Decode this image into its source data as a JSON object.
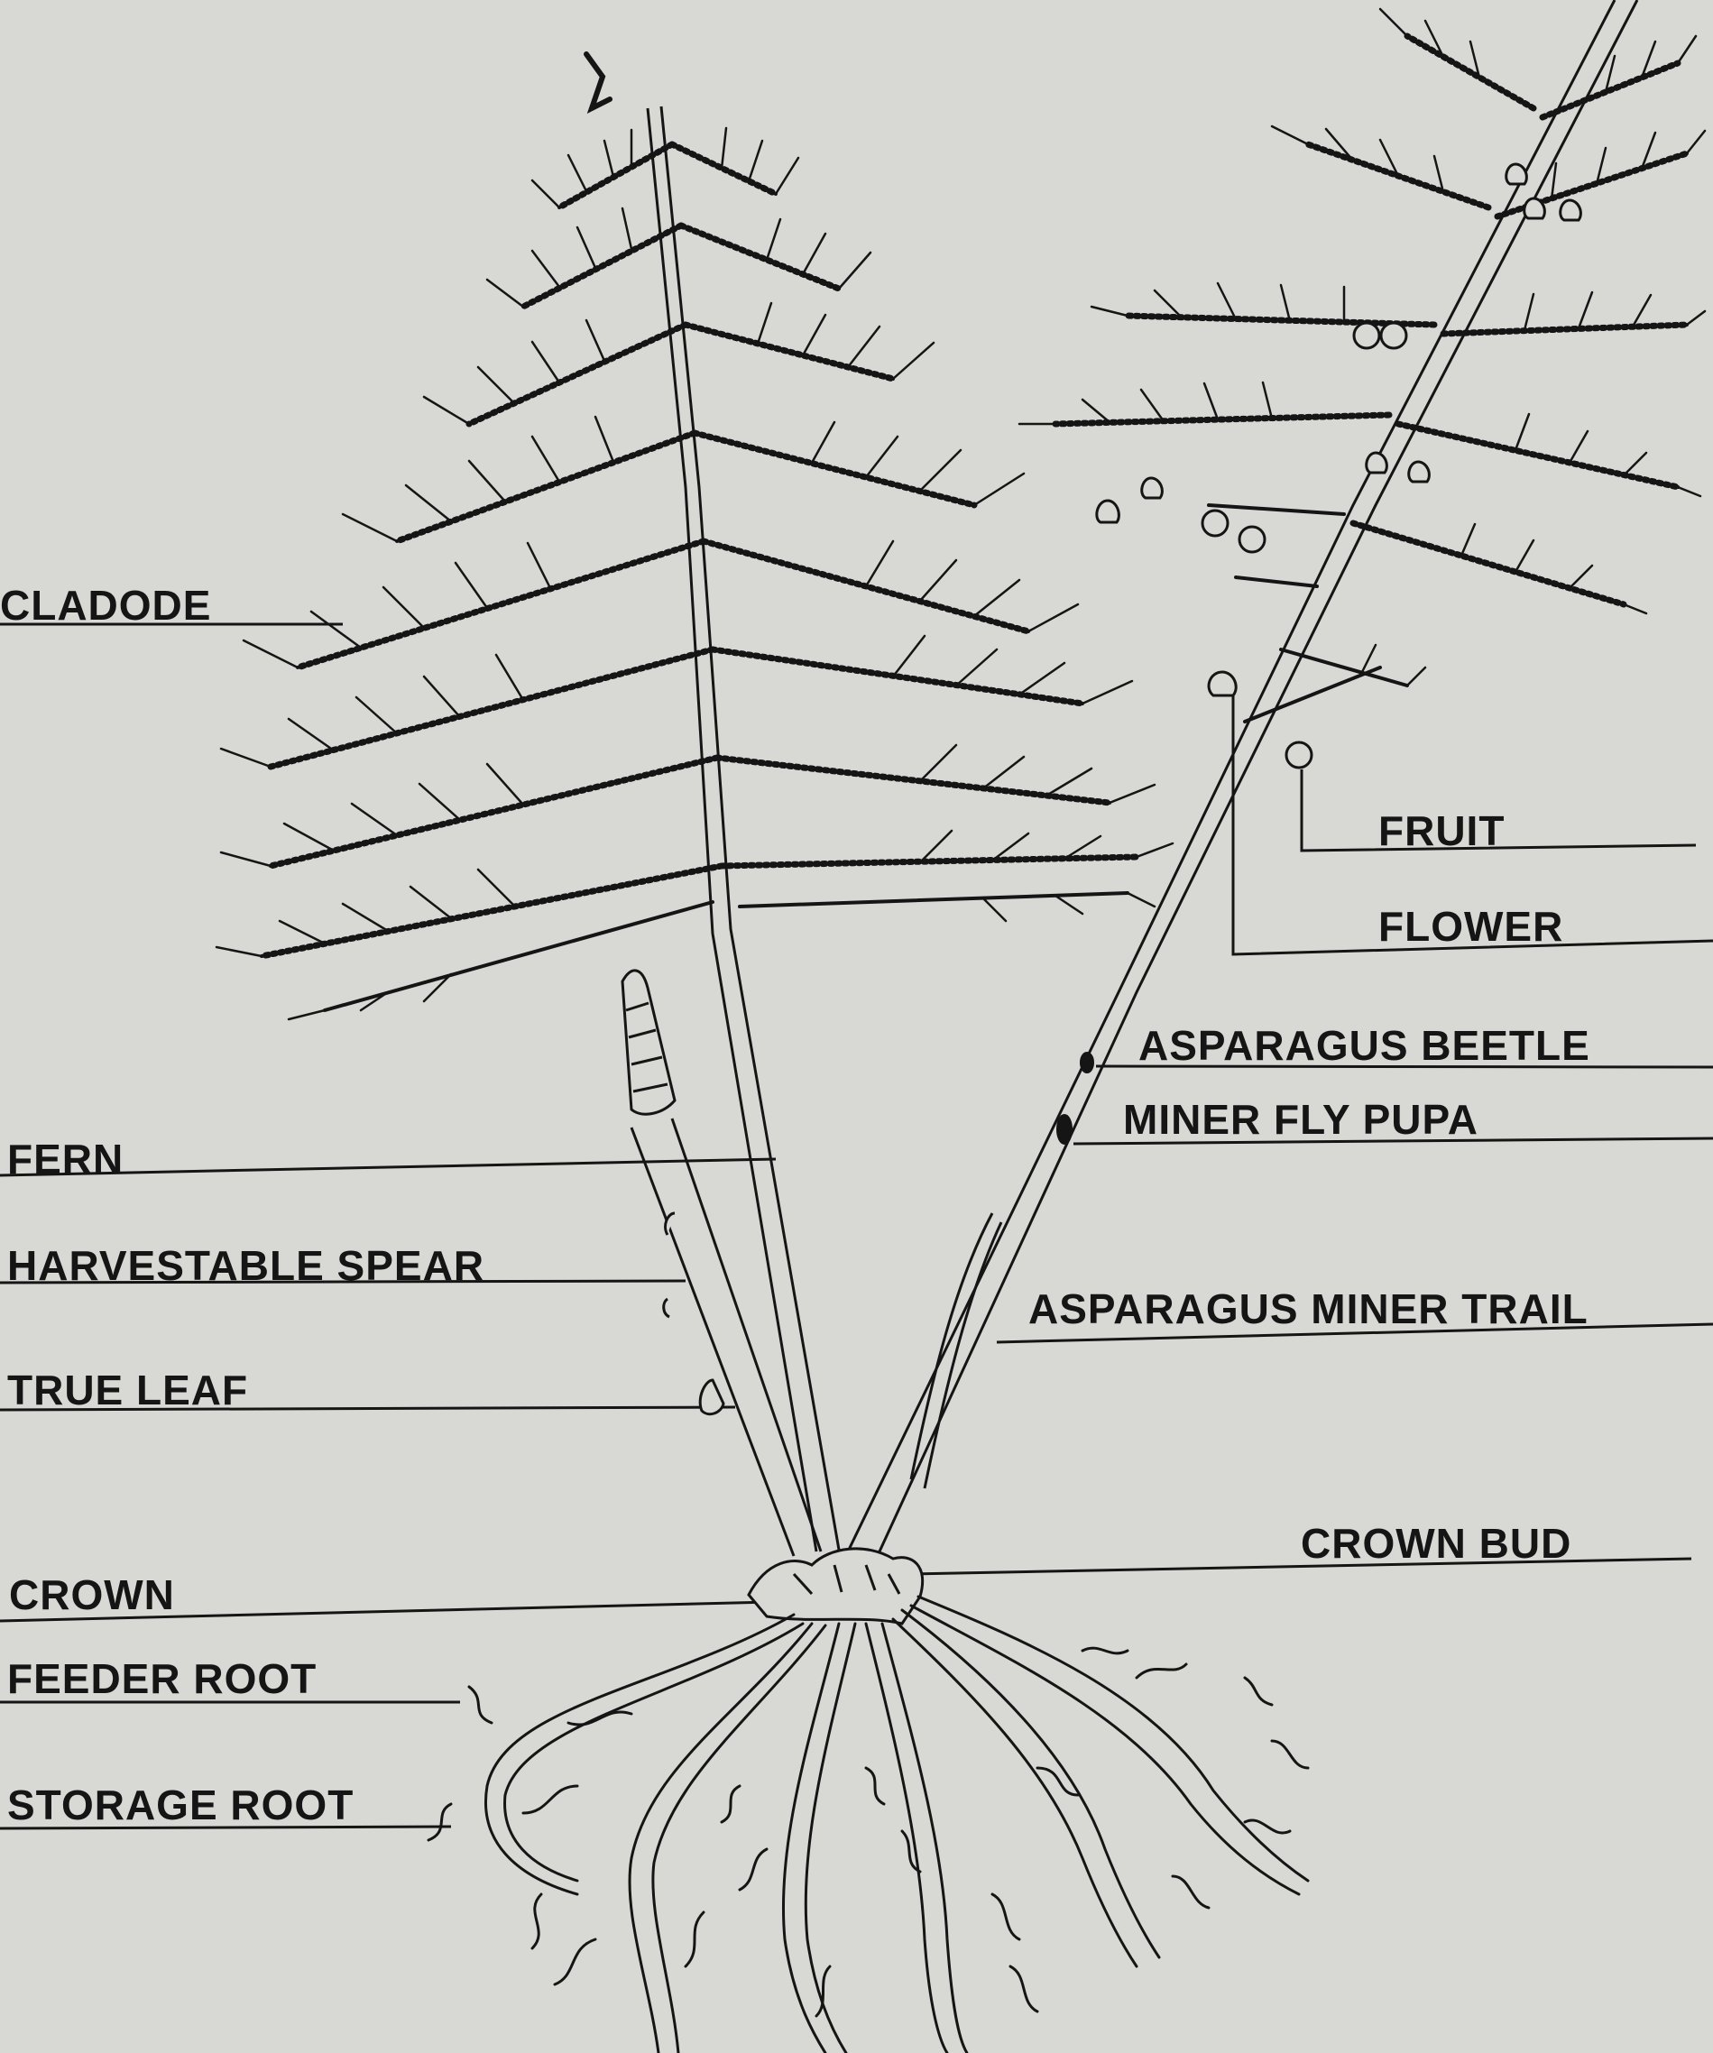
{
  "labels": {
    "cladode": "CLADODE",
    "fern": "FERN",
    "harvestable_spear": "HARVESTABLE  SPEAR",
    "true_leaf": "TRUE  LEAF",
    "crown": "CROWN",
    "feeder_root": "FEEDER  ROOT",
    "storage_root": "STORAGE  ROOT",
    "fruit": "FRUIT",
    "flower": "FLOWER",
    "asparagus_beetle": "ASPARAGUS  BEETLE",
    "miner_fly_pupa": "MINER FLY PUPA",
    "asparagus_miner_trail": "ASPARAGUS MINER TRAIL",
    "crown_bud": "CROWN  BUD"
  },
  "colors": {
    "background": "#d8d8d5",
    "ink": "#151515"
  }
}
